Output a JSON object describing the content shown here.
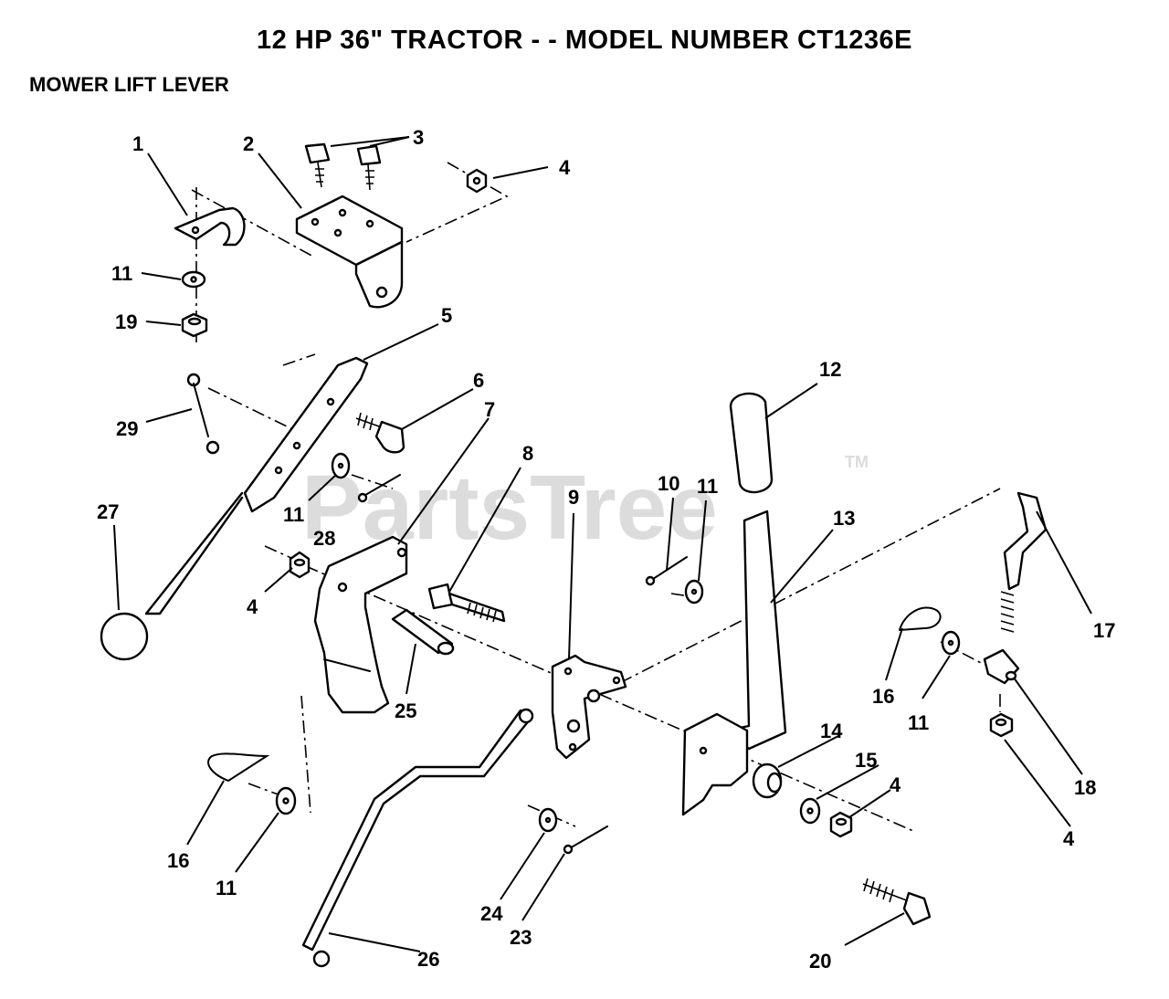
{
  "title": "12 HP 36\" TRACTOR - - MODEL NUMBER CT1236E",
  "subtitle": "MOWER LIFT LEVER",
  "watermark": {
    "text": "PartsTree",
    "tm": "TM"
  },
  "callouts": [
    {
      "id": "c1",
      "text": "1"
    },
    {
      "id": "c2",
      "text": "2"
    },
    {
      "id": "c3",
      "text": "3"
    },
    {
      "id": "c4a",
      "text": "4"
    },
    {
      "id": "c11a",
      "text": "11"
    },
    {
      "id": "c19",
      "text": "19"
    },
    {
      "id": "c5",
      "text": "5"
    },
    {
      "id": "c6",
      "text": "6"
    },
    {
      "id": "c29",
      "text": "29"
    },
    {
      "id": "c7",
      "text": "7"
    },
    {
      "id": "c8",
      "text": "8"
    },
    {
      "id": "c12",
      "text": "12"
    },
    {
      "id": "c10",
      "text": "10"
    },
    {
      "id": "c11b",
      "text": "11"
    },
    {
      "id": "c9",
      "text": "9"
    },
    {
      "id": "c11c",
      "text": "11"
    },
    {
      "id": "c28",
      "text": "28"
    },
    {
      "id": "c27",
      "text": "27"
    },
    {
      "id": "c13",
      "text": "13"
    },
    {
      "id": "c4b",
      "text": "4"
    },
    {
      "id": "c17",
      "text": "17"
    },
    {
      "id": "c25",
      "text": "25"
    },
    {
      "id": "c16a",
      "text": "16"
    },
    {
      "id": "c11d",
      "text": "11"
    },
    {
      "id": "c14",
      "text": "14"
    },
    {
      "id": "c15",
      "text": "15"
    },
    {
      "id": "c4c",
      "text": "4"
    },
    {
      "id": "c18",
      "text": "18"
    },
    {
      "id": "c16b",
      "text": "16"
    },
    {
      "id": "c11e",
      "text": "11"
    },
    {
      "id": "c4d",
      "text": "4"
    },
    {
      "id": "c24",
      "text": "24"
    },
    {
      "id": "c23",
      "text": "23"
    },
    {
      "id": "c20",
      "text": "20"
    },
    {
      "id": "c26",
      "text": "26"
    }
  ]
}
